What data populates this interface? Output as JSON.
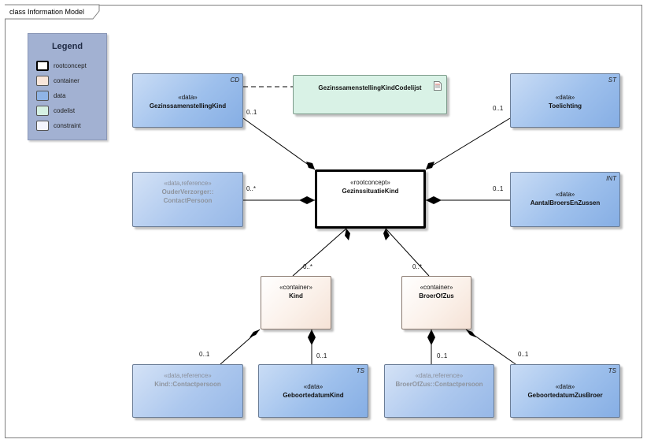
{
  "diagram_title": "class Information Model",
  "legend": {
    "title": "Legend",
    "items": [
      {
        "label": "rootconcept",
        "color": "#ffffff",
        "border": "#000000"
      },
      {
        "label": "container",
        "color": "#f9e6da",
        "border": "#555555"
      },
      {
        "label": "data",
        "color": "#8fb4e6",
        "border": "#555555"
      },
      {
        "label": "codelist",
        "color": "#d6f1e3",
        "border": "#555555"
      },
      {
        "label": "constraint",
        "color": "#f4f6ff",
        "border": "#555555"
      }
    ]
  },
  "classes": {
    "gezinssamenstelling": {
      "stereotype": "«data»",
      "name": "GezinssamenstellingKind",
      "tag": "CD"
    },
    "codelijst": {
      "name": "GezinssamenstellingKindCodelijst"
    },
    "toelichting": {
      "stereotype": "«data»",
      "name": "Toelichting",
      "tag": "ST"
    },
    "ouder": {
      "stereotype": "«data,reference»",
      "name1": "OuderVerzorger::",
      "name2": "ContactPersoon"
    },
    "root": {
      "stereotype": "«rootconcept»",
      "name": "GezinssituatieKind"
    },
    "aantal": {
      "stereotype": "«data»",
      "name": "AantalBroersEnZussen",
      "tag": "INT"
    },
    "kind": {
      "stereotype": "«container»",
      "name": "Kind"
    },
    "broer": {
      "stereotype": "«container»",
      "name": "BroerOfZus"
    },
    "kindcontact": {
      "stereotype": "«data,reference»",
      "name": "Kind::Contactpersoon"
    },
    "geboortekind": {
      "stereotype": "«data»",
      "name": "GeboortedatumKind",
      "tag": "TS"
    },
    "broercontact": {
      "stereotype": "«data,reference»",
      "name": "BroerOfZus::Contactpersoon"
    },
    "geboortebroer": {
      "stereotype": "«data»",
      "name": "GeboortedatumZusBroer",
      "tag": "TS"
    }
  },
  "multiplicities": {
    "gezinssamenstelling": "0..1",
    "toelichting": "0..1",
    "ouder": "0..*",
    "aantal": "0..1",
    "kind": "0..*",
    "broer": "0..*",
    "kindcontact": "0..1",
    "geboortekind": "0..1",
    "broercontact": "0..1",
    "geboortebroer": "0..1"
  }
}
